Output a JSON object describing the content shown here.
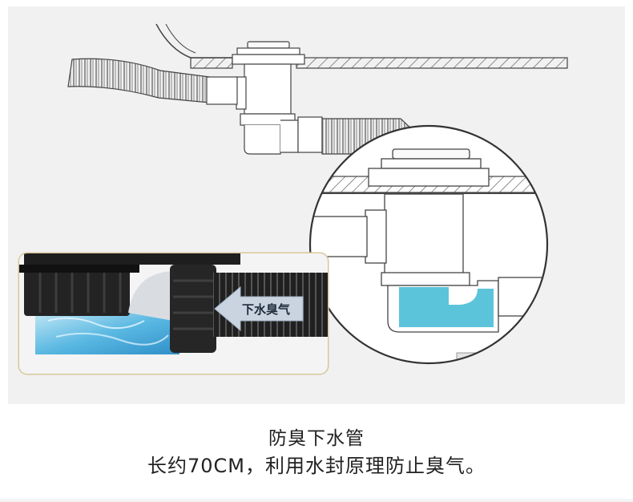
{
  "illustration": {
    "arrow_label": "下水臭气",
    "colors": {
      "background": "#f1f1f1",
      "line": "#444444",
      "water": "#5cc4da",
      "photo_frame": "#d8c79a",
      "pipe": "#1e1e1e",
      "arrow": "#c9d4e0"
    }
  },
  "caption": {
    "title": "防臭下水管",
    "description": "长约70CM，利用水封原理防止臭气。"
  }
}
